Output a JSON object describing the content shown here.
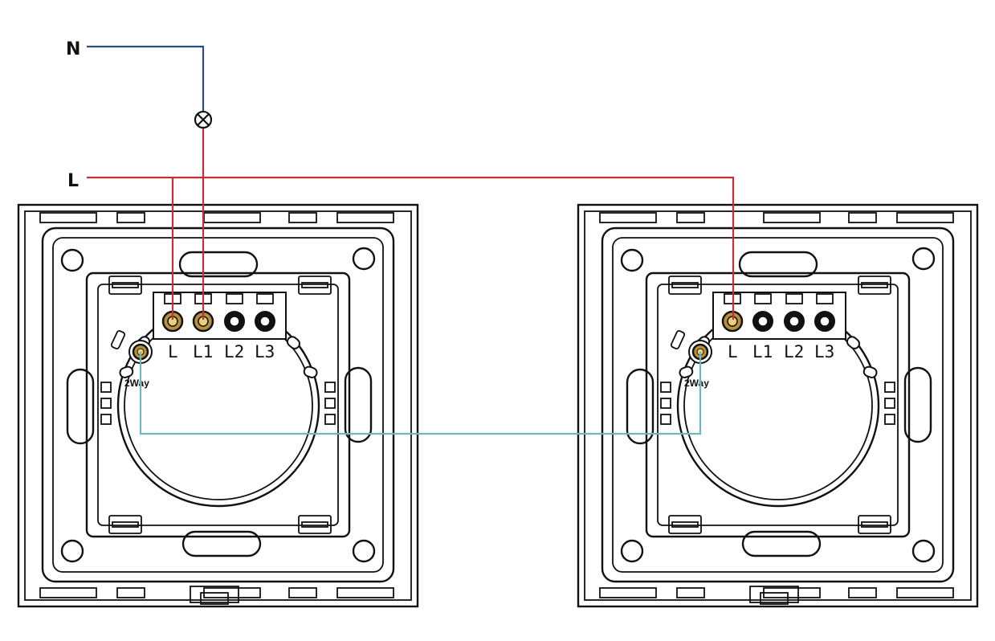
{
  "wires": {
    "neutral_label": "N",
    "live_label": "L",
    "colors": {
      "neutral": "#2c4e7e",
      "live": "#c0323a",
      "traveller": "#6fb8bf"
    }
  },
  "lamp": {
    "icon": "lamp-icon"
  },
  "switches": [
    {
      "terminals": [
        "L",
        "L1",
        "L2",
        "L3"
      ],
      "aux_terminal": "2Way",
      "connected": {
        "L": true,
        "L1": true,
        "L2": false,
        "L3": false,
        "2Way": true
      }
    },
    {
      "terminals": [
        "L",
        "L1",
        "L2",
        "L3"
      ],
      "aux_terminal": "2Way",
      "connected": {
        "L": true,
        "L1": false,
        "L2": false,
        "L3": false,
        "2Way": true
      }
    }
  ]
}
